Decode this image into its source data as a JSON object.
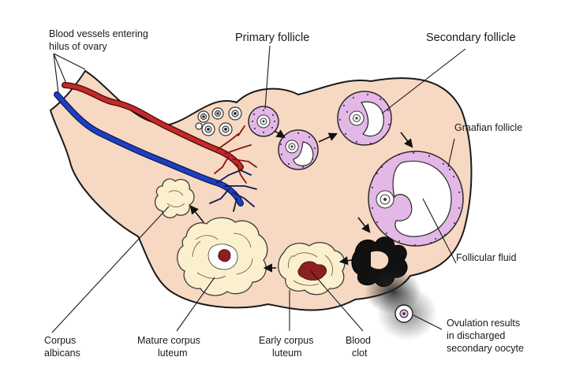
{
  "colors": {
    "ovary_fill": "#f7d8c2",
    "artery": "#c62828",
    "vein": "#1e3fbf",
    "follicle_wall": "#e3b8e6",
    "luteum": "#fbf0cd",
    "clot": "#8c1f1f"
  },
  "labels": {
    "blood_vessels": [
      "Blood vessels entering",
      "hilus of ovary"
    ],
    "primary_follicle": "Primary follicle",
    "secondary_follicle": "Secondary follicle",
    "graafian_follicle": "Graafian follicle",
    "follicular_fluid": "Follicular fluid",
    "ovulation": [
      "Ovulation results",
      "in discharged",
      "secondary oocyte"
    ],
    "blood_clot": [
      "Blood",
      "clot"
    ],
    "early_corpus_luteum": [
      "Early corpus",
      "luteum"
    ],
    "mature_corpus_luteum": [
      "Mature corpus",
      "luteum"
    ],
    "corpus_albicans": [
      "Corpus",
      "albicans"
    ]
  }
}
